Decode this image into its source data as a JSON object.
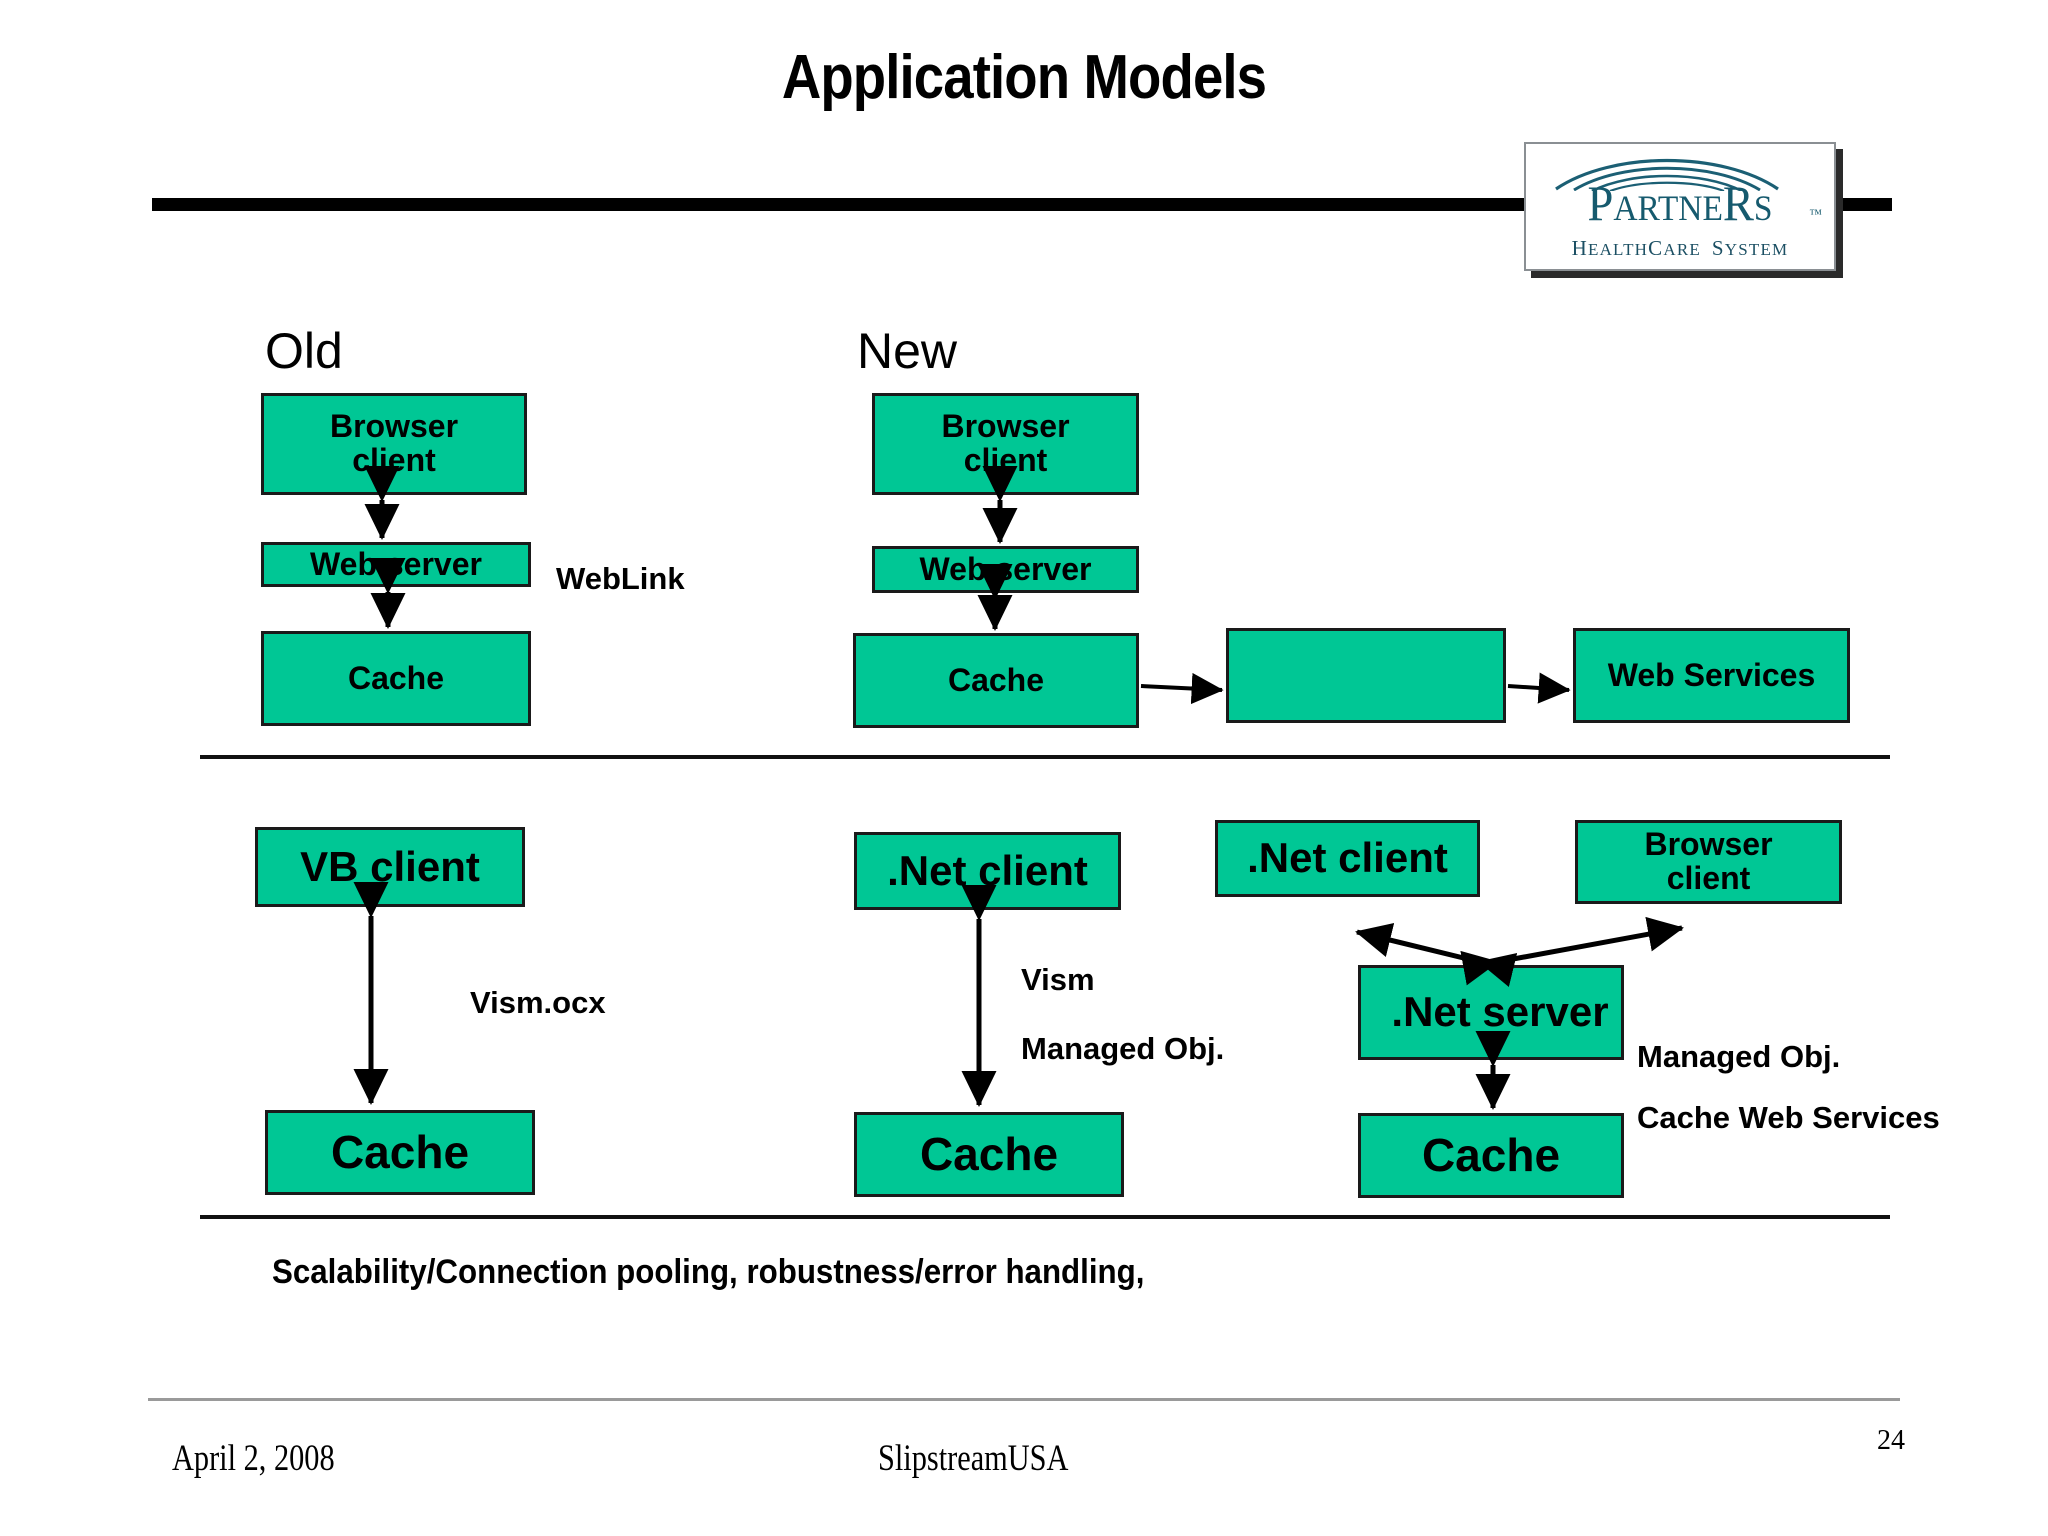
{
  "slide": {
    "title": "Application Models",
    "page_number": "24"
  },
  "logo": {
    "name_upper": "P",
    "name_rest": "ARTNE",
    "name_r": "R",
    "name_s": "S",
    "word": "PARTNERS",
    "trademark": "™",
    "subtitle": "HEALTHCARE SYSTEM",
    "color": "#165a6e"
  },
  "colors": {
    "box_fill": "#00C795",
    "box_border": "#1a1a1a",
    "header_bar": "#000000",
    "rule": "#111111",
    "footer_rule": "#9a9a9a"
  },
  "sections": {
    "old_label": "Old",
    "new_label": "New"
  },
  "top_old": {
    "browser_client": "Browser\nclient",
    "web_server": "Web server",
    "cache": "Cache",
    "weblink_label": "WebLink"
  },
  "top_new": {
    "browser_client": "Browser\nclient",
    "web_server": "Web server",
    "cache": "Cache",
    "middle_box": "",
    "web_services": "Web Services"
  },
  "bottom_left": {
    "vb_client": "VB client",
    "cache": "Cache",
    "vism_ocx_label": "Vism.ocx"
  },
  "bottom_mid": {
    "net_client": ".Net client",
    "cache": "Cache",
    "vism_label": "Vism",
    "managed_obj_label": "Managed Obj."
  },
  "bottom_right": {
    "net_client": ".Net client",
    "browser_client": "Browser\nclient",
    "net_server": ".Net server",
    "cache": "Cache",
    "managed_obj_label": "Managed Obj.",
    "cache_web_services_label": "Cache Web Services"
  },
  "caption": {
    "text": "Scalability/Connection pooling, robustness/error handling,"
  },
  "footer": {
    "date": "April 2, 2008",
    "center": "SlipstreamUSA",
    "page": "24"
  }
}
